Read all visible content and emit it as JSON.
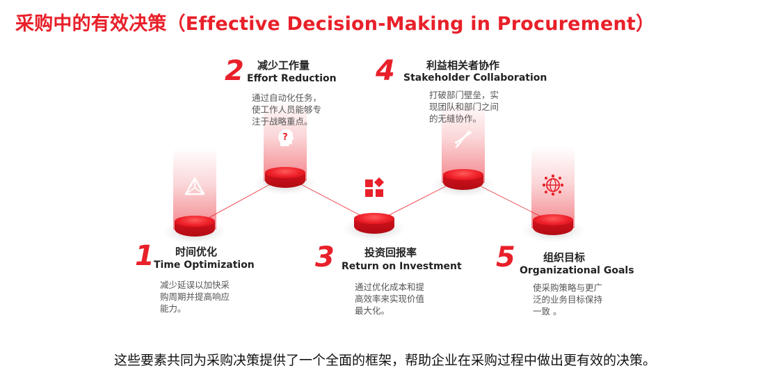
{
  "title": "采购中的有效决策（Effective Decision-Making in Procurement）",
  "accent_color": "#e8202a",
  "steps": [
    {
      "number": "1",
      "title_cn": "时间优化",
      "title_en": "Time Optimization",
      "icon": "triangle-prism-icon",
      "desc": [
        "减少延误以加快采",
        "购周期并提高响应",
        "能力。"
      ]
    },
    {
      "number": "2",
      "title_cn": "减少工作量",
      "title_en": "Effort Reduction",
      "icon": "head-question-icon",
      "desc": [
        "通过自动化任务，",
        "使工作人员能够专",
        "注于战略重点。"
      ]
    },
    {
      "number": "3",
      "title_cn": "投资回报率",
      "title_en": "Return on Investment",
      "icon": "blocks-icon",
      "desc": [
        "通过优化成本和提",
        "高效率来实现价值",
        "最大化。"
      ]
    },
    {
      "number": "4",
      "title_cn": "利益相关者协作",
      "title_en": "Stakeholder Collaboration",
      "icon": "dna-icon",
      "desc": [
        "打破部门壁垒，实",
        "现团队和部门之间",
        "的无缝协作。"
      ]
    },
    {
      "number": "5",
      "title_cn": "组织目标",
      "title_en": "Organizational Goals",
      "icon": "network-globe-icon",
      "desc": [
        "使采购策略与更广",
        "泛的业务目标保持",
        "一致 。"
      ]
    }
  ],
  "footer": "这些要素共同为采购决策提供了一个全面的框架，帮助企业在采购过程中做出更有效的决策。"
}
